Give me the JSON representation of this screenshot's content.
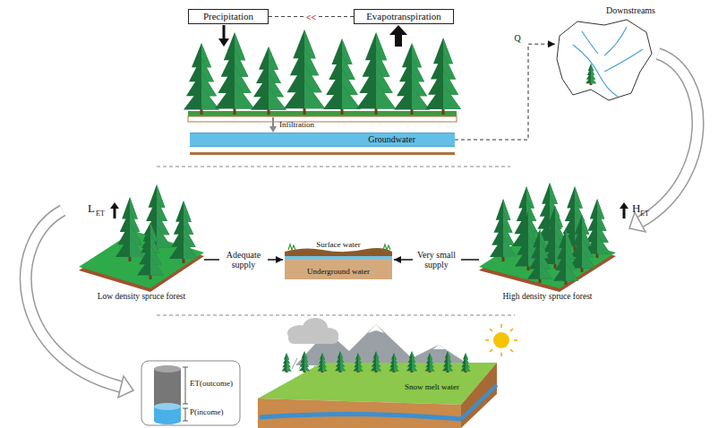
{
  "diagram": {
    "nodes": [
      {
        "text": [
          "Precipitation"
        ]
      },
      {
        "text": [
          "Evapotranspiration"
        ]
      },
      {
        "text": [
          "Groundwater"
        ]
      },
      {
        "text": [
          "Downstreams"
        ]
      },
      {
        "text": [
          "Low density spruce forest"
        ]
      },
      {
        "text": [
          "Surface water",
          "Underground water"
        ]
      },
      {
        "text": [
          "High density spruce forest"
        ]
      }
    ],
    "edges": [
      {
        "from": 0,
        "to": 1,
        "arrow": "none",
        "label": "<<"
      },
      {
        "from": 2,
        "to": 3,
        "arrow": "to",
        "label": "Q"
      },
      {
        "from": 4,
        "to": 5,
        "arrow": "to",
        "label": "Adequate supply"
      },
      {
        "from": 6,
        "to": 5,
        "arrow": "to",
        "label": "Very small supply"
      }
    ],
    "labels": [
      "Infiltration",
      "L",
      "ET",
      "H",
      "ET",
      "ET(outcome)",
      "P(income)",
      "Snow melt water"
    ]
  }
}
